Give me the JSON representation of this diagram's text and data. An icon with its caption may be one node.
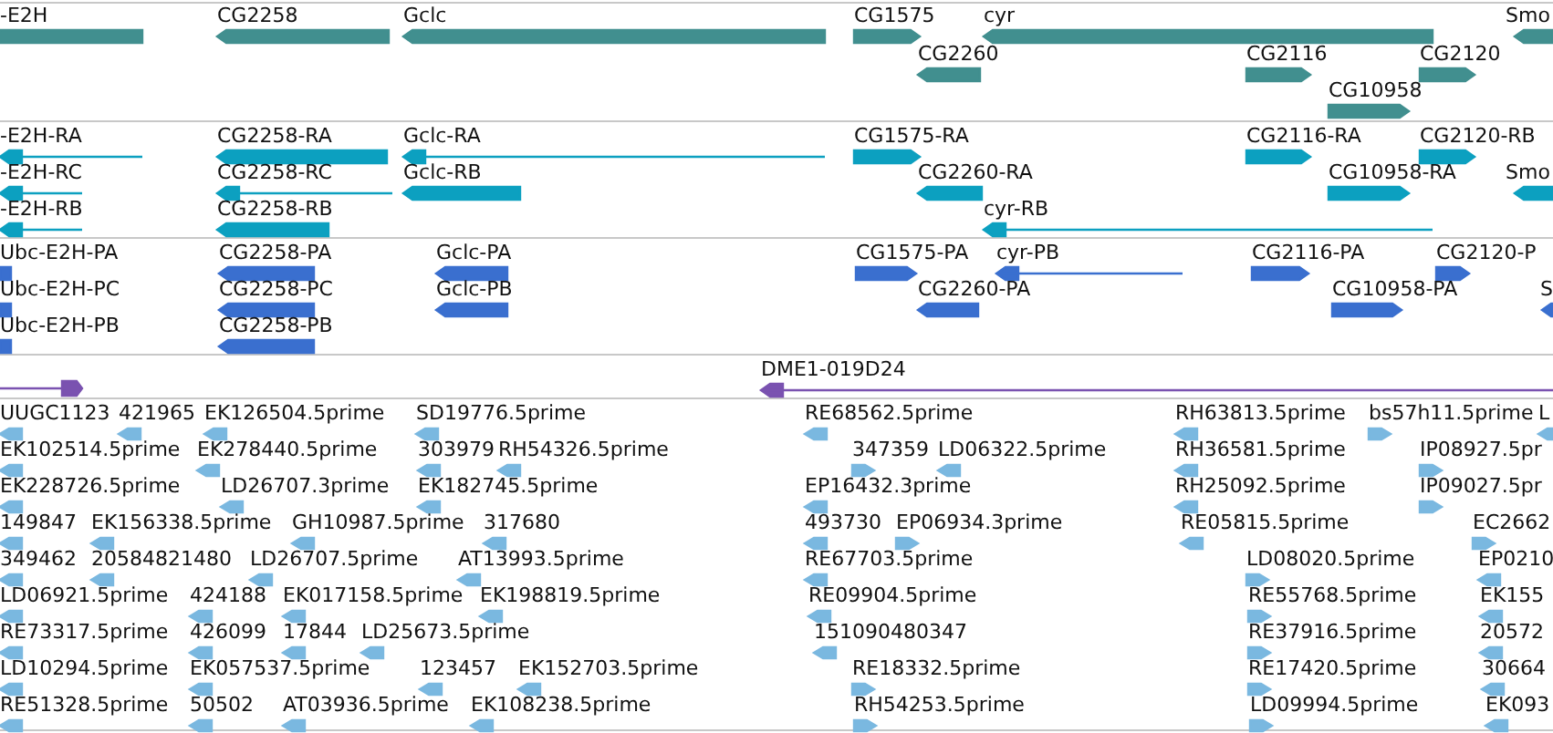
{
  "diagram": {
    "labels": [
      "-E2H",
      "CG2258",
      "Gclc",
      "CG1575",
      "cyr",
      "Smo",
      "CG2260",
      "CG2116",
      "CG2120",
      "CG10958",
      "-E2H-RA",
      "CG2258-RA",
      "Gclc-RA",
      "CG1575-RA",
      "CG2116-RA",
      "CG2120-RB",
      "-E2H-RC",
      "CG2258-RC",
      "Gclc-RB",
      "CG2260-RA",
      "CG10958-RA",
      "Smo",
      "-E2H-RB",
      "CG2258-RB",
      "cyr-RB",
      "Ubc-E2H-PA",
      "CG2258-PA",
      "Gclc-PA",
      "CG1575-PA",
      "cyr-PB",
      "CG2116-PA",
      "CG2120-P",
      "Ubc-E2H-PC",
      "CG2258-PC",
      "Gclc-PB",
      "CG2260-PA",
      "CG10958-PA",
      "S",
      "Ubc-E2H-PB",
      "CG2258-PB",
      "DME1-019D24",
      "UUGC1123",
      "421965",
      "EK126504.5prime",
      "SD19776.5prime",
      "RE68562.5prime",
      "RH63813.5prime",
      "bs57h11.5prime",
      "L",
      "EK102514.5prime",
      "EK278440.5prime",
      "303979",
      "RH54326.5prime",
      "347359",
      "LD06322.5prime",
      "RH36581.5prime",
      "IP08927.5pr",
      "EK228726.5prime",
      "LD26707.3prime",
      "EK182745.5prime",
      "EP16432.3prime",
      "RH25092.5prime",
      "IP09027.5pr",
      "149847",
      "EK156338.5prime",
      "GH10987.5prime",
      "317680",
      "493730",
      "EP06934.3prime",
      "RE05815.5prime",
      "EC2662",
      "349462",
      "20584821480",
      "LD26707.5prime",
      "AT13993.5prime",
      "RE67703.5prime",
      "LD08020.5prime",
      "EP0210",
      "LD06921.5prime",
      "424188",
      "EK017158.5prime",
      "EK198819.5prime",
      "RE09904.5prime",
      "RE55768.5prime",
      "EK155",
      "RE73317.5prime",
      "426099",
      "17844",
      "LD25673.5prime",
      "151090480347",
      "RE37916.5prime",
      "20572",
      "LD10294.5prime",
      "EK057537.5prime",
      "123457",
      "EK152703.5prime",
      "RE18332.5prime",
      "RE17420.5prime",
      "30664",
      "RE51328.5prime",
      "50502",
      "AT03936.5prime",
      "EK108238.5prime",
      "RH54253.5prime",
      "LD09994.5prime",
      "EK093"
    ]
  }
}
